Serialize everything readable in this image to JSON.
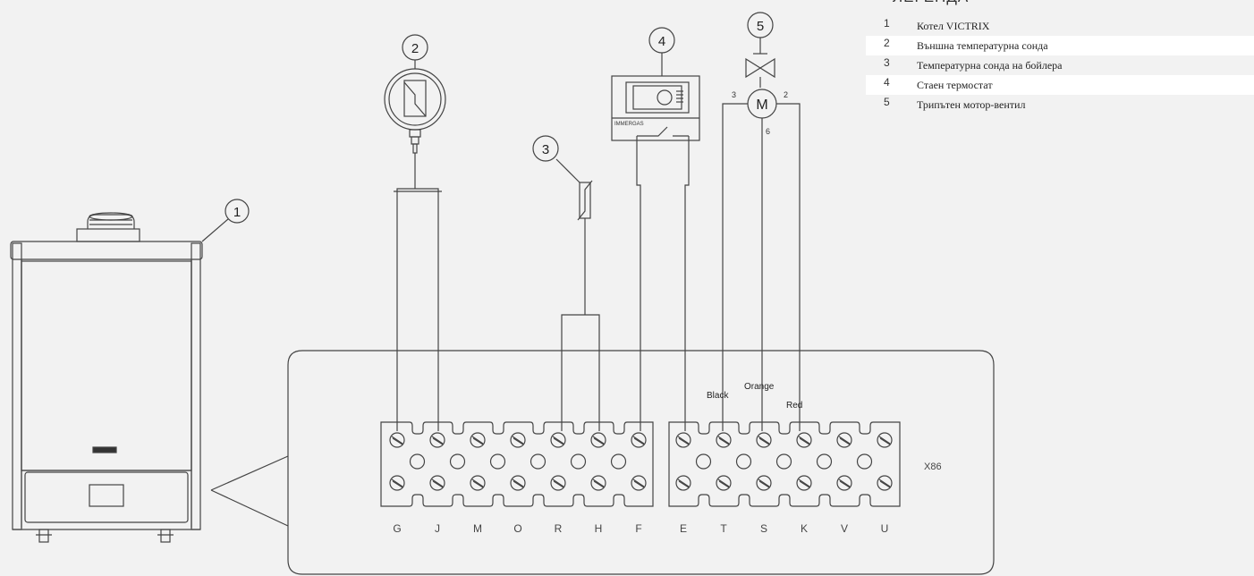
{
  "legend": {
    "title": "ЛЕГЕНДА",
    "items": [
      {
        "num": "1",
        "label": "Котел VICTRIX"
      },
      {
        "num": "2",
        "label": "Външна температурна сонда"
      },
      {
        "num": "3",
        "label": "Температурна сонда на бойлера"
      },
      {
        "num": "4",
        "label": "Стаен термостат"
      },
      {
        "num": "5",
        "label": "Трипътен мотор-вентил"
      }
    ]
  },
  "callouts": [
    "1",
    "2",
    "3",
    "4",
    "5"
  ],
  "wire_colors": {
    "black": "Black",
    "orange": "Orange",
    "red": "Red"
  },
  "valve_motor_label": "M",
  "valve_port_labels": [
    "3",
    "2",
    "6"
  ],
  "thermostat_brand": "IMMERGAS",
  "terminal_block_label": "X86",
  "terminals_left": [
    "G",
    "J",
    "M",
    "O",
    "R",
    "H",
    "F"
  ],
  "terminals_right": [
    "E",
    "T",
    "S",
    "K",
    "V",
    "U"
  ]
}
